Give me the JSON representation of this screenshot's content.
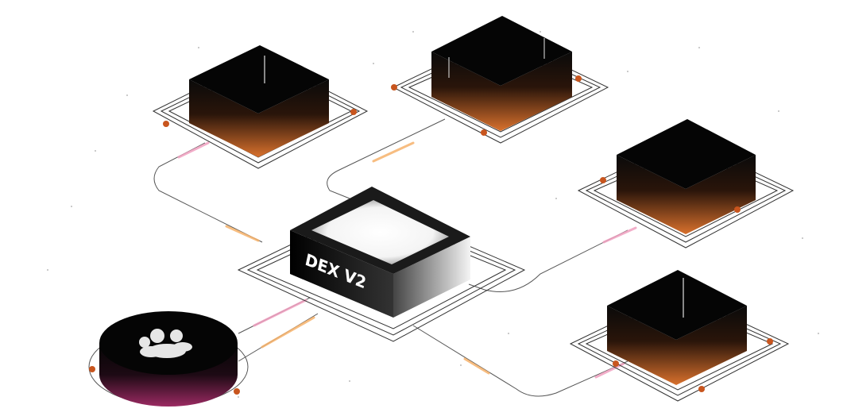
{
  "hub": {
    "label": "DEX V2"
  },
  "nodes": [
    {
      "id": "top-left"
    },
    {
      "id": "top-middle"
    },
    {
      "id": "right-upper"
    },
    {
      "id": "right-lower"
    }
  ],
  "user_pool": {
    "icon": "users-icon"
  },
  "colors": {
    "box_top": "#000000",
    "box_glow": "#c6602a",
    "dot": "#c8551e",
    "pool_glow": "#8a1e55",
    "link_glow": "#f0a0c0",
    "line": "#555555"
  }
}
